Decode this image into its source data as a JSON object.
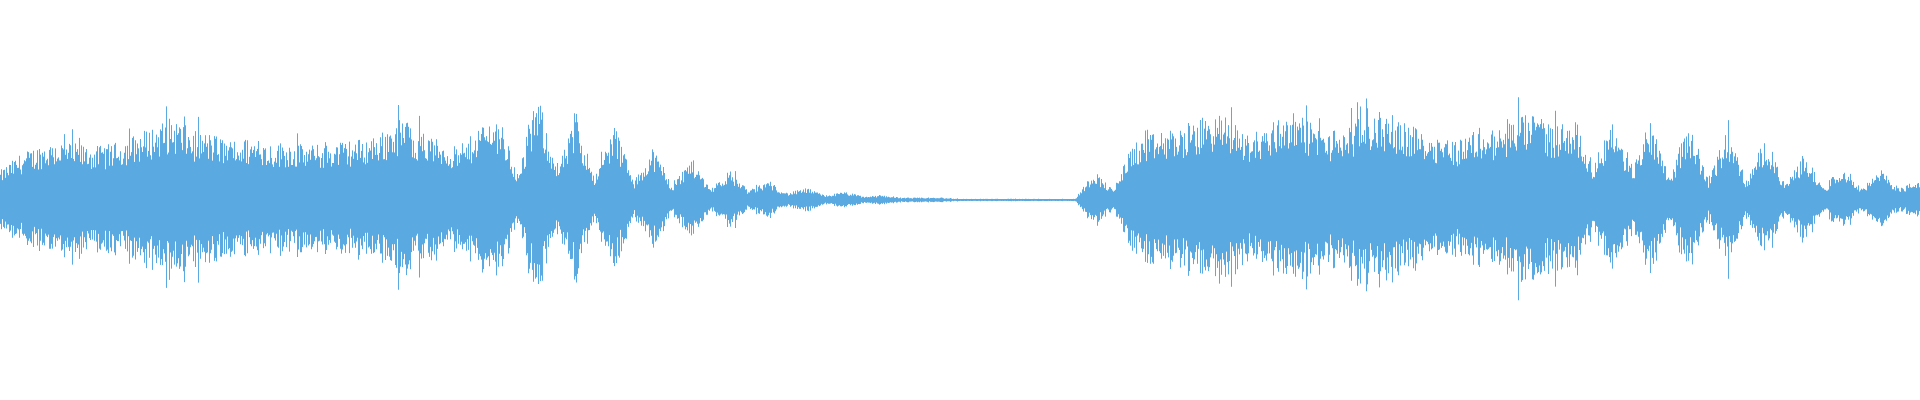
{
  "waveform": {
    "color": "#5aa9e0",
    "background": "#ffffff",
    "envelope": [
      0.25,
      0.38,
      0.46,
      0.5,
      0.47,
      0.45,
      0.48,
      0.55,
      0.62,
      0.7,
      0.58,
      0.56,
      0.5,
      0.52,
      0.48,
      0.49,
      0.46,
      0.47,
      0.5,
      0.52,
      0.58,
      0.7,
      0.55,
      0.5,
      0.42,
      0.65,
      0.7,
      0.2,
      0.9,
      0.25,
      0.7,
      0.2,
      0.65,
      0.15,
      0.45,
      0.12,
      0.36,
      0.1,
      0.25,
      0.08,
      0.16,
      0.06,
      0.1,
      0.04,
      0.07,
      0.03,
      0.04,
      0.02,
      0.02,
      0.02,
      0.01,
      0.01,
      0.01,
      0.01,
      0.01,
      0.01,
      0.01,
      0.25,
      0.08,
      0.48,
      0.55,
      0.6,
      0.62,
      0.72,
      0.7,
      0.55,
      0.62,
      0.75,
      0.68,
      0.58,
      0.6,
      0.7,
      0.74,
      0.68,
      0.58,
      0.55,
      0.5,
      0.62,
      0.58,
      0.7,
      0.72,
      0.62,
      0.7,
      0.3,
      0.68,
      0.25,
      0.7,
      0.2,
      0.66,
      0.18,
      0.6,
      0.16,
      0.55,
      0.12,
      0.4,
      0.1,
      0.3,
      0.1,
      0.25,
      0.1,
      0.18
    ]
  }
}
